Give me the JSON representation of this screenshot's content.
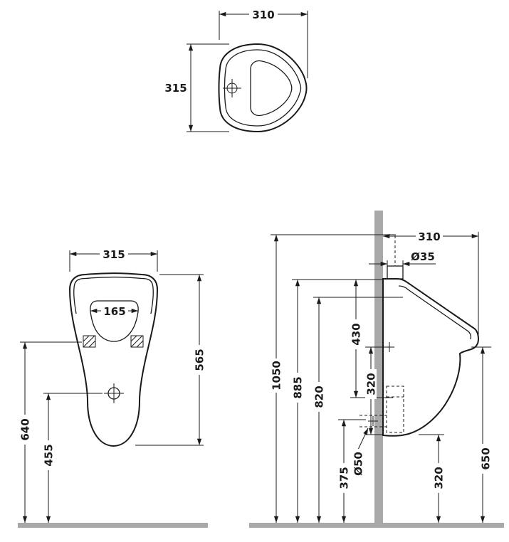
{
  "colors": {
    "line": "#1a1a1a",
    "masonry": "#a8a8a8",
    "background": "#ffffff"
  },
  "top_view": {
    "depth": "310",
    "width": "315"
  },
  "front_view": {
    "width": "315",
    "opening_width": "165",
    "height": "565",
    "fixing_height": "640",
    "drain_height": "455"
  },
  "side_view": {
    "depth": "310",
    "inlet_diameter": "Ø35",
    "total_height": "1050",
    "rim_height": "885",
    "inner_rim_height": "820",
    "rim_to_spreader": "430",
    "fixing_to_bottom": "320",
    "outlet_diameter": "Ø50",
    "outlet_height": "375",
    "bottom_height": "320",
    "lip_height": "650"
  }
}
